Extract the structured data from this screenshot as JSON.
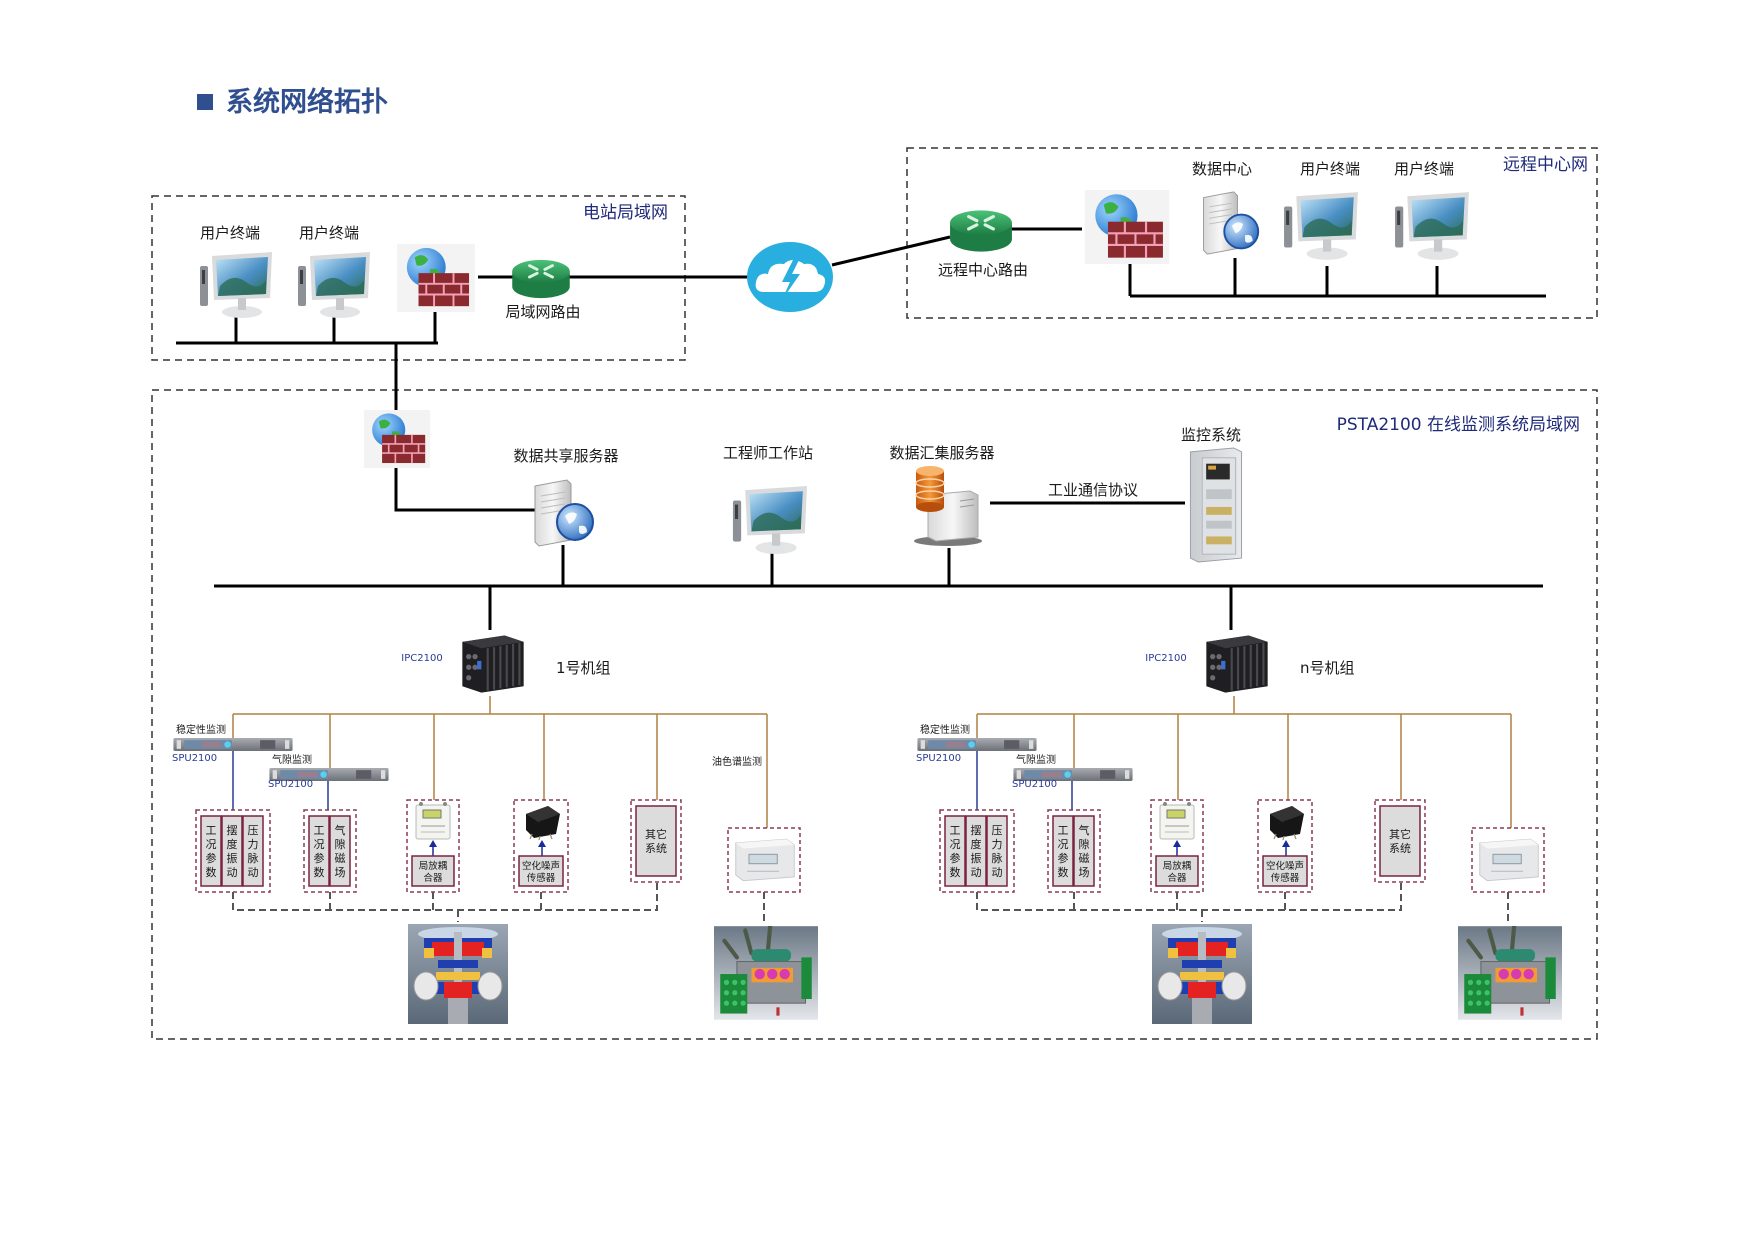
{
  "header": {
    "title": "系统网络拓扑",
    "bullet_icon": "square-bullet-icon"
  },
  "colors": {
    "title": "#2f4f8f",
    "zone_label": "#1f2a7a",
    "model_label": "#2b3b96",
    "bus_line": "#000000",
    "field_line": "#b08040",
    "spu_line": "#2b3b96",
    "sensor_box_border": "#8b3a55",
    "cloud": "#29aee0",
    "router": "#2e9e57",
    "firewall": "#8b2a2e"
  },
  "zones": {
    "plant_lan": "电站局域网",
    "remote_center": "远程中心网",
    "monitoring_lan": "PSTA2100 在线监测系统局域网"
  },
  "plant_lan": {
    "terminals": [
      "用户终端",
      "用户终端"
    ],
    "router": "局域网路由",
    "firewall_icon": "firewall-icon"
  },
  "internet": {
    "icon": "cloud-lightning-icon"
  },
  "remote_center": {
    "router": "远程中心路由",
    "data_center": "数据中心",
    "terminals": [
      "用户终端",
      "用户终端"
    ],
    "firewall_icon": "firewall-icon"
  },
  "monitoring_lan": {
    "share_server": "数据共享服务器",
    "engineer_station": "工程师工作站",
    "collect_server": "数据汇集服务器",
    "protocol": "工业通信协议",
    "scada": "监控系统"
  },
  "units": [
    {
      "name": "1号机组",
      "ipc": "IPC2100",
      "spu": [
        {
          "label": "稳定性监测",
          "model": "SPU2100"
        },
        {
          "label": "气隙监测",
          "model": "SPU2100"
        }
      ],
      "stability_cols": [
        "工况参数",
        "摆度振动",
        "压力脉动"
      ],
      "airgap_cols": [
        "工况参数",
        "气隙磁场"
      ],
      "pd_sensor": "局放耦合器",
      "noise_sensor": "空化噪声传感器",
      "other": "其它系统",
      "oil": "油色谱监测"
    },
    {
      "name": "n号机组",
      "ipc": "IPC2100",
      "spu": [
        {
          "label": "稳定性监测",
          "model": "SPU2100"
        },
        {
          "label": "气隙监测",
          "model": "SPU2100"
        }
      ],
      "stability_cols": [
        "工况参数",
        "摆度振动",
        "压力脉动"
      ],
      "airgap_cols": [
        "工况参数",
        "气隙磁场"
      ],
      "pd_sensor": "局放耦合器",
      "noise_sensor": "空化噪声传感器",
      "other": "其它系统",
      "oil": ""
    }
  ]
}
